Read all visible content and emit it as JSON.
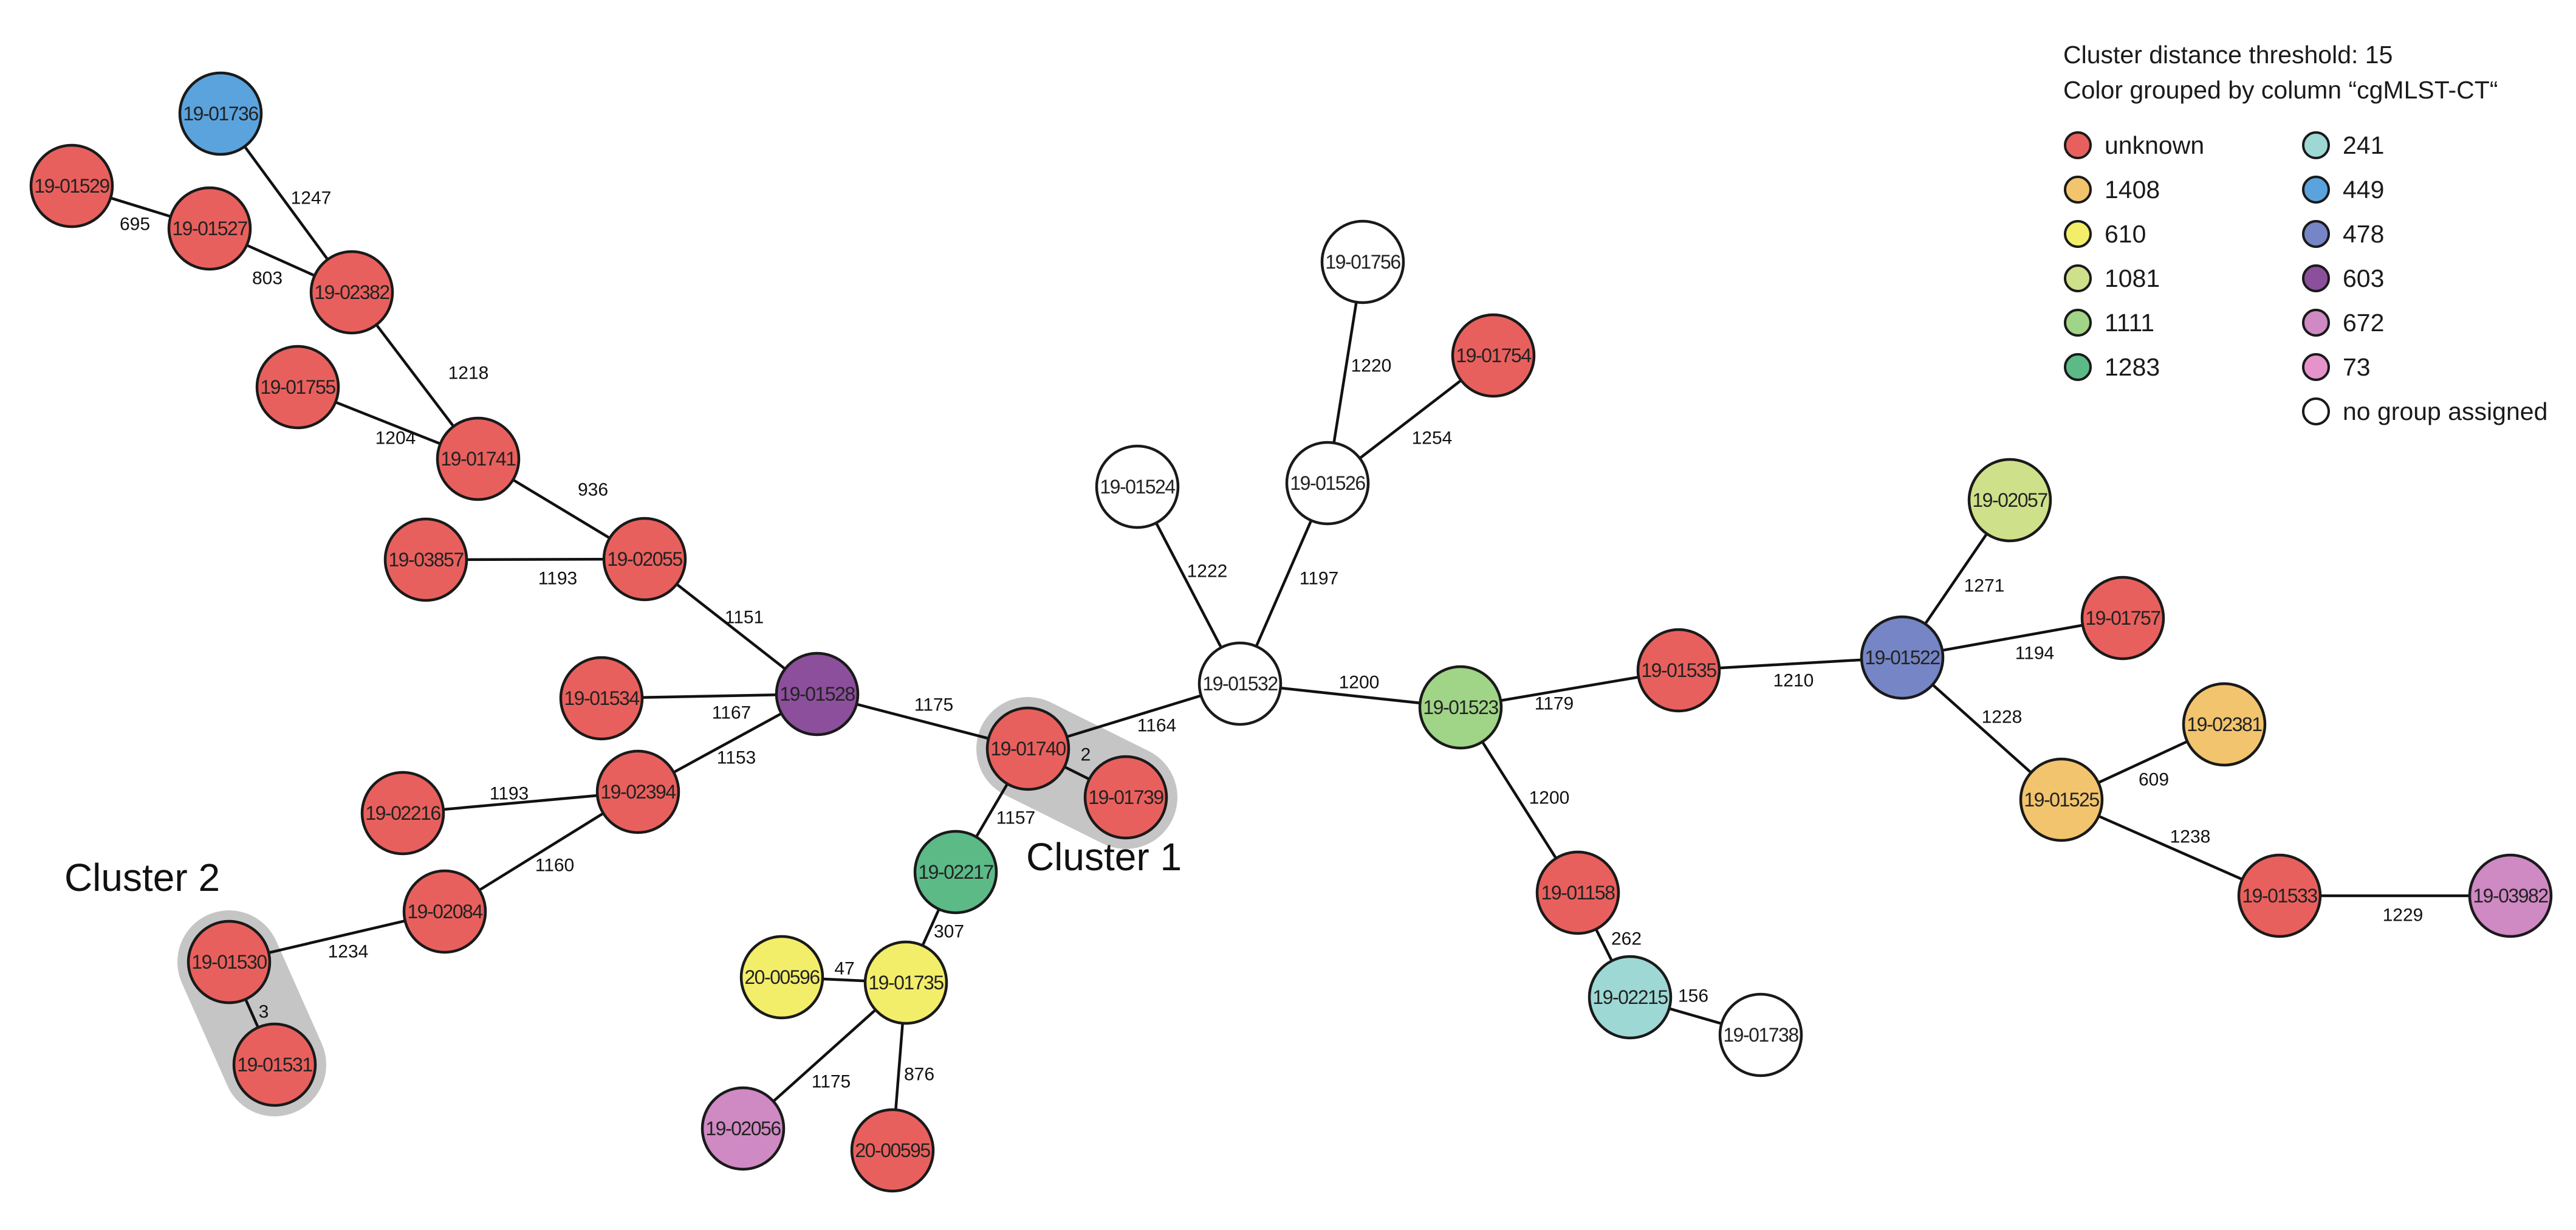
{
  "legend": {
    "threshold_text": "Cluster distance threshold: 15",
    "grouping_text": "Color grouped by column “cgMLST-CT“",
    "items": [
      {
        "label": "unknown",
        "color": "#e8605d"
      },
      {
        "label": "1408",
        "color": "#f2c46d"
      },
      {
        "label": "610",
        "color": "#f3ee6a"
      },
      {
        "label": "1081",
        "color": "#cfe08a"
      },
      {
        "label": "1111",
        "color": "#a0d487"
      },
      {
        "label": "1283",
        "color": "#5cba87"
      },
      {
        "label": "241",
        "color": "#9ed8d4"
      },
      {
        "label": "449",
        "color": "#5ba3dd"
      },
      {
        "label": "478",
        "color": "#7585c5"
      },
      {
        "label": "603",
        "color": "#8c4f9c"
      },
      {
        "label": "672",
        "color": "#cf89c3"
      },
      {
        "label": "73",
        "color": "#e693cb"
      },
      {
        "label": "no group assigned",
        "color": "#ffffff"
      }
    ]
  },
  "clusters": [
    {
      "label": "Cluster 1",
      "members": [
        "19-01740",
        "19-01739"
      ]
    },
    {
      "label": "Cluster 2",
      "members": [
        "19-01530",
        "19-01531"
      ]
    }
  ],
  "nodes": [
    {
      "id": "19-01736",
      "group": "449"
    },
    {
      "id": "19-01529",
      "group": "unknown"
    },
    {
      "id": "19-01527",
      "group": "unknown"
    },
    {
      "id": "19-02382",
      "group": "unknown"
    },
    {
      "id": "19-01755",
      "group": "unknown"
    },
    {
      "id": "19-01741",
      "group": "unknown"
    },
    {
      "id": "19-03857",
      "group": "unknown"
    },
    {
      "id": "19-02055",
      "group": "unknown"
    },
    {
      "id": "19-01534",
      "group": "unknown"
    },
    {
      "id": "19-01528",
      "group": "603"
    },
    {
      "id": "19-02216",
      "group": "unknown"
    },
    {
      "id": "19-02394",
      "group": "unknown"
    },
    {
      "id": "19-02084",
      "group": "unknown"
    },
    {
      "id": "19-01530",
      "group": "unknown"
    },
    {
      "id": "19-01531",
      "group": "unknown"
    },
    {
      "id": "19-01740",
      "group": "unknown"
    },
    {
      "id": "19-01739",
      "group": "unknown"
    },
    {
      "id": "19-02217",
      "group": "1283"
    },
    {
      "id": "20-00596",
      "group": "610"
    },
    {
      "id": "19-01735",
      "group": "610"
    },
    {
      "id": "19-02056",
      "group": "672"
    },
    {
      "id": "20-00595",
      "group": "unknown"
    },
    {
      "id": "19-01532",
      "group": "no group assigned"
    },
    {
      "id": "19-01524",
      "group": "no group assigned"
    },
    {
      "id": "19-01526",
      "group": "no group assigned"
    },
    {
      "id": "19-01756",
      "group": "no group assigned"
    },
    {
      "id": "19-01754",
      "group": "unknown"
    },
    {
      "id": "19-01523",
      "group": "1111"
    },
    {
      "id": "19-01535",
      "group": "unknown"
    },
    {
      "id": "19-01158",
      "group": "unknown"
    },
    {
      "id": "19-02215",
      "group": "241"
    },
    {
      "id": "19-01738",
      "group": "no group assigned"
    },
    {
      "id": "19-01522",
      "group": "478"
    },
    {
      "id": "19-02057",
      "group": "1081"
    },
    {
      "id": "19-01757",
      "group": "unknown"
    },
    {
      "id": "19-02381",
      "group": "1408"
    },
    {
      "id": "19-01525",
      "group": "1408"
    },
    {
      "id": "19-01533",
      "group": "unknown"
    },
    {
      "id": "19-03982",
      "group": "672"
    }
  ],
  "edges": [
    {
      "source": "19-01736",
      "target": "19-02382",
      "distance": "1247"
    },
    {
      "source": "19-01529",
      "target": "19-01527",
      "distance": "695"
    },
    {
      "source": "19-01527",
      "target": "19-02382",
      "distance": "803"
    },
    {
      "source": "19-02382",
      "target": "19-01741",
      "distance": "1218"
    },
    {
      "source": "19-01755",
      "target": "19-01741",
      "distance": "1204"
    },
    {
      "source": "19-01741",
      "target": "19-02055",
      "distance": "936"
    },
    {
      "source": "19-03857",
      "target": "19-02055",
      "distance": "1193"
    },
    {
      "source": "19-02055",
      "target": "19-01528",
      "distance": "1151"
    },
    {
      "source": "19-01534",
      "target": "19-01528",
      "distance": "1167"
    },
    {
      "source": "19-02394",
      "target": "19-01528",
      "distance": "1153"
    },
    {
      "source": "19-02216",
      "target": "19-02394",
      "distance": "1193"
    },
    {
      "source": "19-02084",
      "target": "19-02394",
      "distance": "1160"
    },
    {
      "source": "19-01530",
      "target": "19-02084",
      "distance": "1234"
    },
    {
      "source": "19-01530",
      "target": "19-01531",
      "distance": "3"
    },
    {
      "source": "19-01528",
      "target": "19-01740",
      "distance": "1175"
    },
    {
      "source": "19-01740",
      "target": "19-01739",
      "distance": "2"
    },
    {
      "source": "19-01740",
      "target": "19-01532",
      "distance": "1164"
    },
    {
      "source": "19-01740",
      "target": "19-02217",
      "distance": "1157"
    },
    {
      "source": "19-02217",
      "target": "19-01735",
      "distance": "307"
    },
    {
      "source": "20-00596",
      "target": "19-01735",
      "distance": "47"
    },
    {
      "source": "19-01735",
      "target": "19-02056",
      "distance": "1175"
    },
    {
      "source": "19-01735",
      "target": "20-00595",
      "distance": "876"
    },
    {
      "source": "19-01524",
      "target": "19-01532",
      "distance": "1222"
    },
    {
      "source": "19-01526",
      "target": "19-01532",
      "distance": "1197"
    },
    {
      "source": "19-01756",
      "target": "19-01526",
      "distance": "1220"
    },
    {
      "source": "19-01754",
      "target": "19-01526",
      "distance": "1254"
    },
    {
      "source": "19-01532",
      "target": "19-01523",
      "distance": "1200"
    },
    {
      "source": "19-01523",
      "target": "19-01535",
      "distance": "1179"
    },
    {
      "source": "19-01523",
      "target": "19-01158",
      "distance": "1200"
    },
    {
      "source": "19-01158",
      "target": "19-02215",
      "distance": "262"
    },
    {
      "source": "19-02215",
      "target": "19-01738",
      "distance": "156"
    },
    {
      "source": "19-01535",
      "target": "19-01522",
      "distance": "1210"
    },
    {
      "source": "19-02057",
      "target": "19-01522",
      "distance": "1271"
    },
    {
      "source": "19-01757",
      "target": "19-01522",
      "distance": "1194"
    },
    {
      "source": "19-01522",
      "target": "19-01525",
      "distance": "1228"
    },
    {
      "source": "19-02381",
      "target": "19-01525",
      "distance": "609"
    },
    {
      "source": "19-01525",
      "target": "19-01533",
      "distance": "1238"
    },
    {
      "source": "19-01533",
      "target": "19-03982",
      "distance": "1229"
    }
  ]
}
